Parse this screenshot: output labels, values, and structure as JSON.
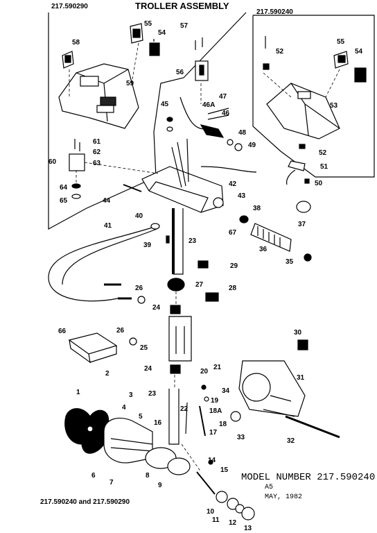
{
  "header": {
    "title": "TROLLER ASSEMBLY",
    "left_model": "217.590290",
    "right_model": "217.590240"
  },
  "footer": {
    "left_caption": "217.590240 and 217.590290",
    "model_line": "MODEL NUMBER 217.590240",
    "code": "A5",
    "date": "MAY, 1982"
  },
  "part_labels": [
    "1",
    "2",
    "3",
    "4",
    "5",
    "6",
    "7",
    "8",
    "9",
    "10",
    "11",
    "12",
    "13",
    "14",
    "15",
    "16",
    "17",
    "18",
    "18A",
    "19",
    "20",
    "21",
    "22",
    "23",
    "23",
    "24",
    "24",
    "25",
    "26",
    "26",
    "27",
    "28",
    "29",
    "30",
    "31",
    "32",
    "33",
    "34",
    "35",
    "36",
    "37",
    "38",
    "39",
    "40",
    "41",
    "42",
    "43",
    "44",
    "45",
    "46",
    "46A",
    "47",
    "48",
    "49",
    "50",
    "51",
    "52",
    "52",
    "53",
    "54",
    "54",
    "55",
    "55",
    "56",
    "57",
    "58",
    "59",
    "60",
    "61",
    "62",
    "63",
    "64",
    "65",
    "66",
    "67"
  ]
}
